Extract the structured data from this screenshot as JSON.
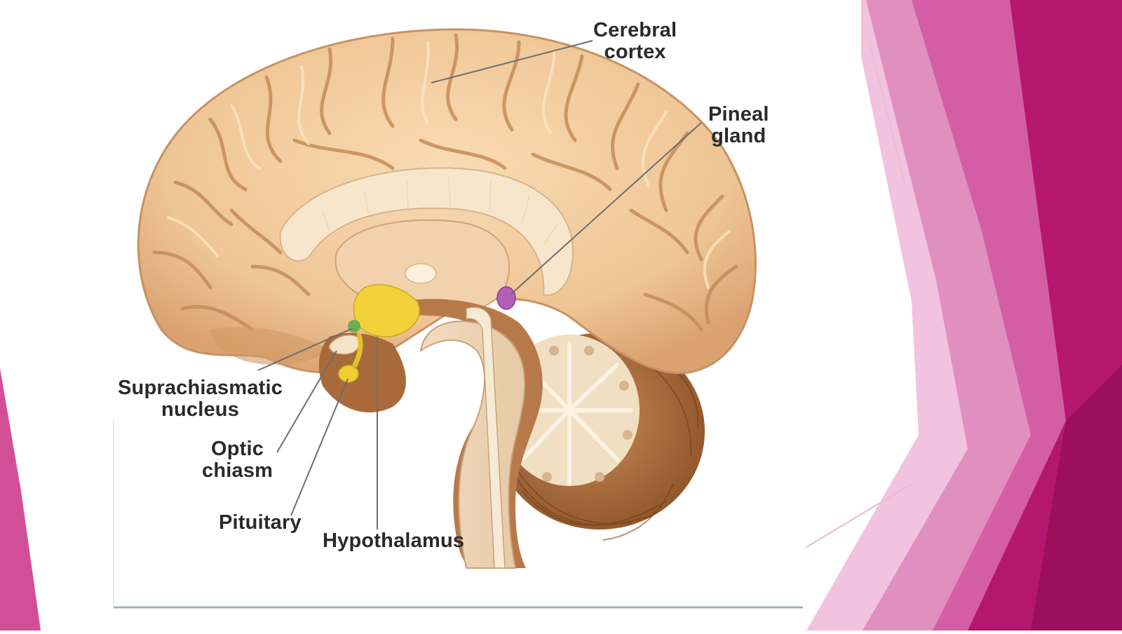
{
  "labels": {
    "cerebral_cortex": [
      "Cerebral",
      "cortex"
    ],
    "pineal_gland": [
      "Pineal",
      "gland"
    ],
    "suprachiasmatic_nucleus": [
      "Suprachiasmatic",
      "nucleus"
    ],
    "optic_chiasm": [
      "Optic",
      "chiasm"
    ],
    "pituitary": "Pituitary",
    "hypothalamus": "Hypothalamus"
  },
  "colors": {
    "slide_background": "#ffffff",
    "magenta_dark": "#b0166d",
    "magenta_mid": "#cf4e98",
    "magenta_light": "#e69ac6",
    "brain_cortex": "#f0c89a",
    "brainstem": "#b87946",
    "cerebellum": "#a8683a",
    "corpus_callosum": "#f7e6cc",
    "hypothalamus_yellow": "#f2d23a",
    "pineal_purple": "#b25fb8",
    "leader_line": "#6e6e6e",
    "frame_line": "#9fb3b8"
  }
}
